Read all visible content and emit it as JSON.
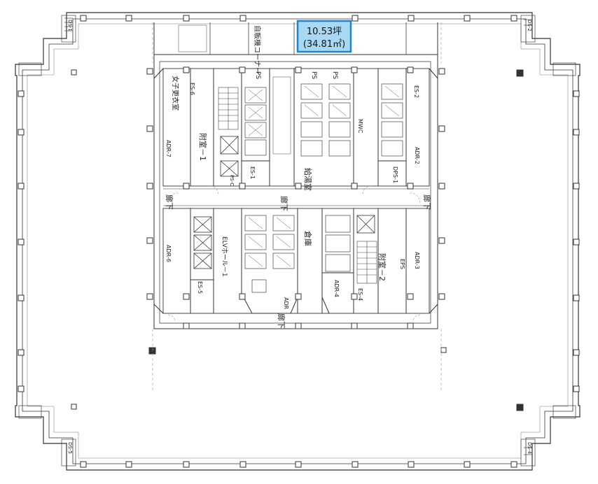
{
  "highlight": {
    "line1": "10.53坪",
    "line2": "(34.81㎡)",
    "fill_color": "#a9d8f2",
    "border_color": "#1b86c9"
  },
  "labels": {
    "vending": "自販機コーナー",
    "corridor": "廊下",
    "annex1": "附室－1",
    "annex2": "附室－2",
    "elv_hall": "ELVホール－1",
    "hot_water": "給湯室",
    "storage": "倉庫",
    "women_toilet": "女子更衣室",
    "ps": "PS",
    "eps": "EPS",
    "es1": "ES-1",
    "es2": "ES-2",
    "es4": "ES-4",
    "es5": "ES-5",
    "es6": "ES-6",
    "adr": "ADR",
    "adr2": "ADR-2",
    "adr3": "ADR-3",
    "adr4": "ADR-4",
    "adr6": "ADR-6",
    "adr7": "ADR-7",
    "dps1": "DPS-1",
    "mwc": "MWC",
    "psc": "PS-C",
    "ds1": "DS-1",
    "ds2": "DS-2",
    "ds4": "DS-4",
    "ds5": "DS-5"
  }
}
